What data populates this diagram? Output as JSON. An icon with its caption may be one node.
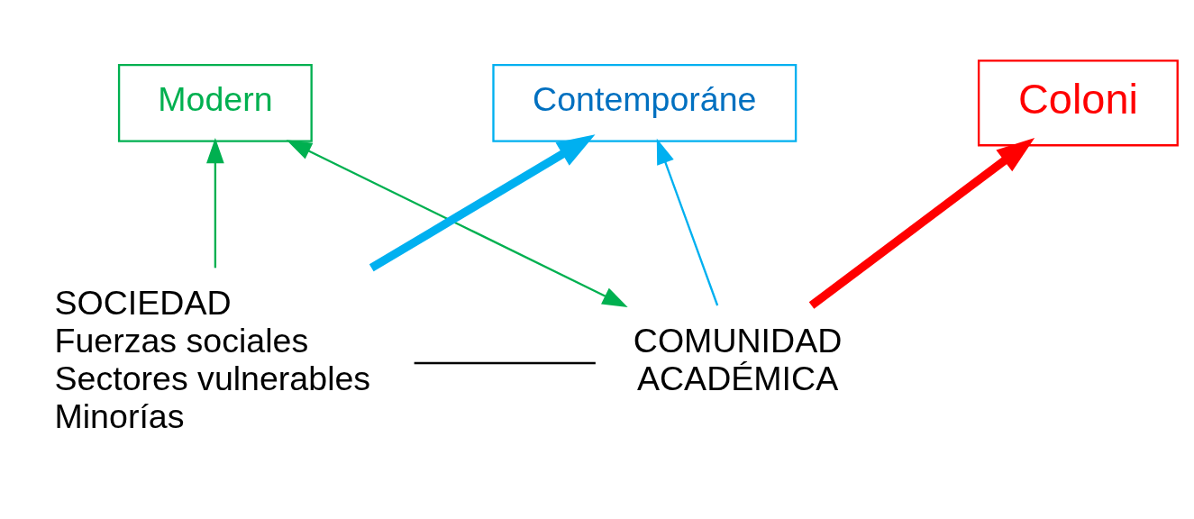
{
  "diagram": {
    "nodes": [
      {
        "text": [
          "Contemporáne"
        ]
      },
      {
        "text": [
          "Modern"
        ]
      },
      {
        "text": [
          "Coloni"
        ]
      },
      {
        "text": [
          "COMUNIDAD ACADÉMICA"
        ]
      },
      {
        "text": [
          "SOCIEDAD",
          "Fuerzas sociales",
          "Sectores vulnerables",
          "Minorías"
        ]
      }
    ],
    "edges": [
      {
        "from": 3,
        "to": 2,
        "arrow": "to",
        "style": "thick",
        "color": "#ff0000"
      },
      {
        "from": 3,
        "to": 1,
        "arrow": "both",
        "color": "#00b050"
      },
      {
        "from": 3,
        "to": 0,
        "arrow": "to",
        "color": "#00b0f0"
      },
      {
        "from": 4,
        "to": 1,
        "arrow": "to",
        "color": "#00b050"
      },
      {
        "from": 4,
        "to": 0,
        "arrow": "to",
        "style": "thick",
        "color": "#00b0f0"
      },
      {
        "from": 3,
        "to": 4,
        "arrow": "none",
        "color": "#000000"
      }
    ]
  }
}
